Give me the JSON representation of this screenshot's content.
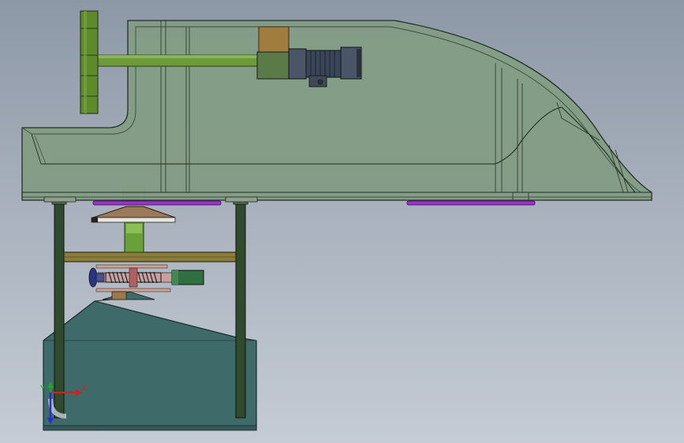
{
  "window": {
    "kind": "CAD 3D model viewport"
  },
  "triad": {
    "x_label": "X",
    "y_label": "Y",
    "colors": {
      "x": "#d42020",
      "y": "#1fa81f",
      "z": "#2a2ad8"
    }
  },
  "colors": {
    "housing_fill": "#849d86",
    "housing_edge": "#1e2a1e",
    "tank_fill": "#3e6a6a",
    "leg_fill": "#2f4a2c",
    "green_shaft": "#6e9a3a",
    "wheel": "#5e8a2c",
    "brass": "#a07c3e",
    "motor": "#4a5668",
    "slot_purple": "#9b32c9",
    "background_top": "#8d98a7",
    "background_bottom": "#c5ccd5"
  }
}
